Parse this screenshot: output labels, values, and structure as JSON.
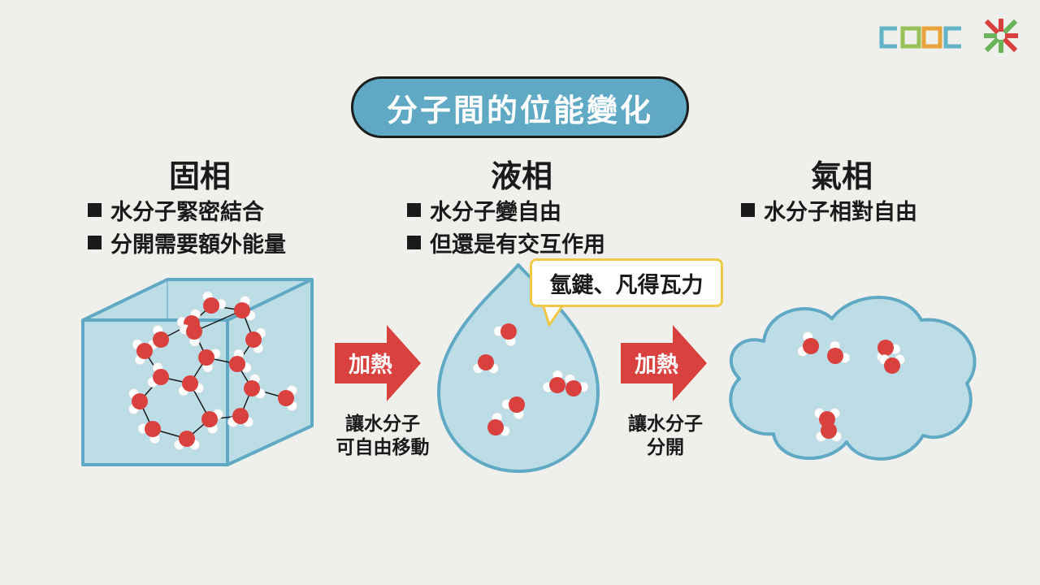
{
  "title": "分子間的位能變化",
  "phases": {
    "solid": {
      "name": "固相",
      "bullets": [
        "水分子緊密結合",
        "分開需要額外能量"
      ]
    },
    "liquid": {
      "name": "液相",
      "bullets": [
        "水分子變自由",
        "但還是有交互作用"
      ],
      "callout": "氫鍵、凡得瓦力"
    },
    "gas": {
      "name": "氣相",
      "bullets": [
        "水分子相對自由"
      ]
    }
  },
  "arrows": [
    {
      "label": "加熱",
      "caption": [
        "讓水分子",
        "可自由移動"
      ]
    },
    {
      "label": "加熱",
      "caption": [
        "讓水分子",
        "分開"
      ]
    }
  ],
  "colors": {
    "accent_blue": "#5fa9c4",
    "fill_blue": "#bcdde6",
    "oxygen_red": "#d9413e",
    "arrow_red": "#d9413e",
    "callout_border": "#f0c846"
  },
  "icons": [
    "cooc-logo-icon",
    "cross-logo-icon"
  ]
}
